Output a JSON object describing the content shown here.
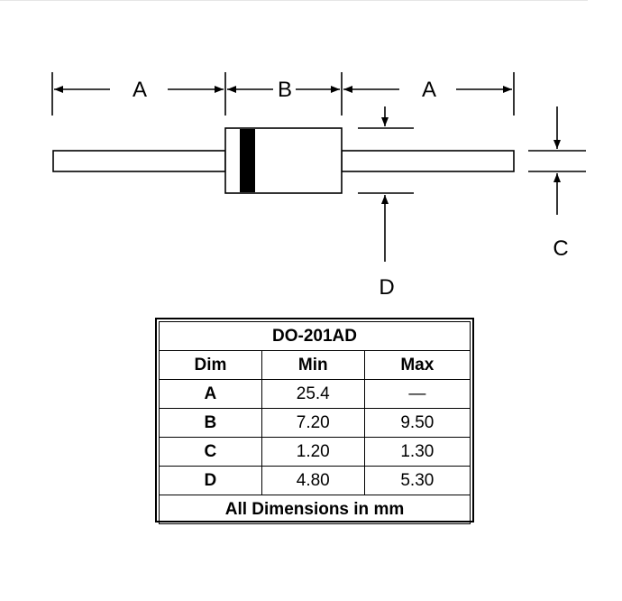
{
  "diagram": {
    "labels": {
      "A_left": "A",
      "B": "B",
      "A_right": "A",
      "C": "C",
      "D": "D"
    }
  },
  "table": {
    "title": "DO-201AD",
    "headers": [
      "Dim",
      "Min",
      "Max"
    ],
    "rows": [
      {
        "dim": "A",
        "min": "25.4",
        "max": "—"
      },
      {
        "dim": "B",
        "min": "7.20",
        "max": "9.50"
      },
      {
        "dim": "C",
        "min": "1.20",
        "max": "1.30"
      },
      {
        "dim": "D",
        "min": "4.80",
        "max": "5.30"
      }
    ],
    "footer": "All Dimensions in mm"
  }
}
